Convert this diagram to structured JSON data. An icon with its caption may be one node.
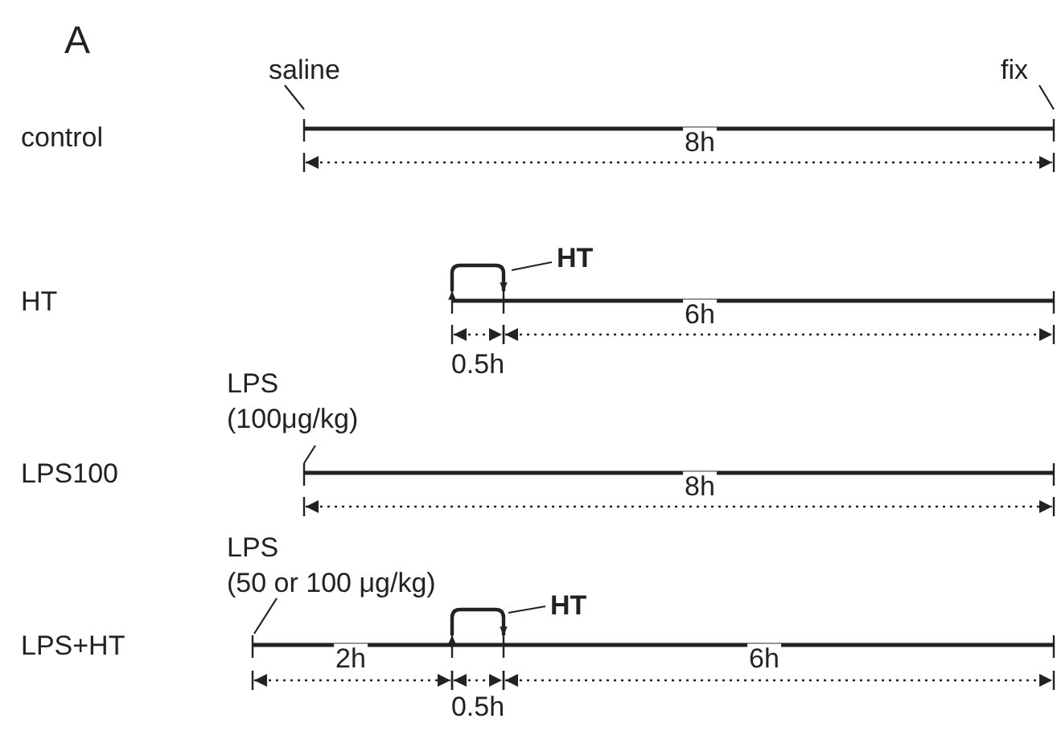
{
  "diagram": {
    "nodes": [
      {
        "text": [
          "saline"
        ]
      },
      {
        "text": [
          "fix"
        ]
      },
      {
        "text": [
          "HT"
        ]
      },
      {
        "text": [
          "LPS",
          "(100μg/kg)"
        ]
      },
      {
        "text": [
          "LPS",
          "(50 or 100 μg/kg)"
        ]
      },
      {
        "text": [
          "HT"
        ]
      },
      {
        "text": [],
        "shape": "bracket"
      },
      {
        "text": [],
        "shape": "bracket"
      }
    ],
    "edges": [
      {
        "from": 0,
        "to": null,
        "arrow": "none"
      },
      {
        "from": 1,
        "to": null,
        "arrow": "none"
      },
      {
        "from": 2,
        "to": 6,
        "arrow": "none"
      },
      {
        "from": 3,
        "to": null,
        "arrow": "none"
      },
      {
        "from": 4,
        "to": null,
        "arrow": "none"
      },
      {
        "from": 5,
        "to": 7,
        "arrow": "none"
      }
    ],
    "labels": [
      "A",
      "control",
      "8h",
      "HT",
      "0.5h",
      "6h",
      "LPS100",
      "8h",
      "LPS+HT",
      "2h",
      "0.5h",
      "6h"
    ]
  }
}
